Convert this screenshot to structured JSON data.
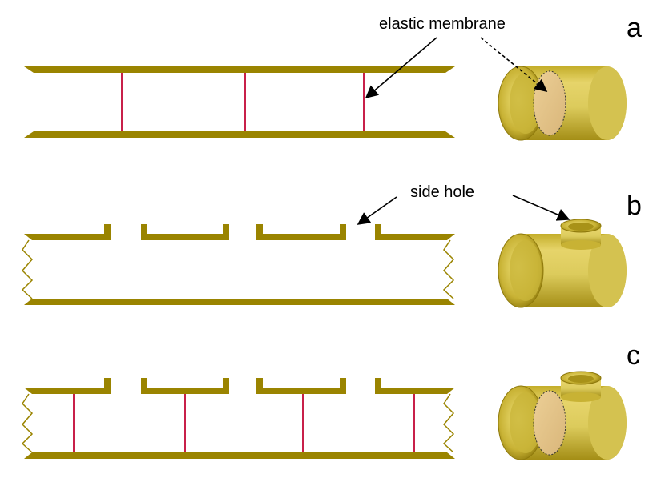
{
  "panels": [
    {
      "letter": "a"
    },
    {
      "letter": "b"
    },
    {
      "letter": "c"
    }
  ],
  "annotations": {
    "membrane": "elastic membrane",
    "side_hole": "side hole"
  },
  "colors": {
    "wall": "#9a8400",
    "membrane_line": "#c8204a",
    "cylinder_body": "#d8c85a",
    "cylinder_dark": "#a89218",
    "membrane_fill": "#e8c38c"
  }
}
